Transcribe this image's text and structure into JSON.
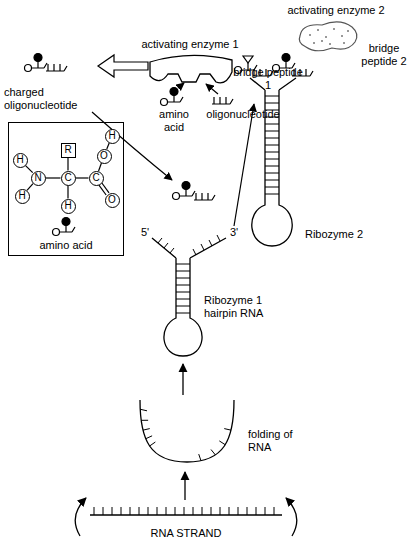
{
  "diagram": {
    "nodes": [
      {
        "text": [
          "amino acid"
        ]
      },
      {
        "text": [
          "H"
        ],
        "in": 0
      },
      {
        "text": [
          "H"
        ],
        "in": 0
      },
      {
        "text": [
          "N"
        ],
        "in": 0
      },
      {
        "text": [
          "R"
        ],
        "in": 0
      },
      {
        "text": [
          "C"
        ],
        "in": 0
      },
      {
        "text": [
          "H"
        ],
        "in": 0
      },
      {
        "text": [
          "C"
        ],
        "in": 0
      },
      {
        "text": [
          "O"
        ],
        "in": 0
      },
      {
        "text": [
          "H"
        ],
        "in": 0
      },
      {
        "text": [
          "O"
        ],
        "in": 0
      }
    ],
    "edges": [
      {
        "from": 1,
        "to": 3,
        "arrow": "none"
      },
      {
        "from": 2,
        "to": 3,
        "arrow": "none"
      },
      {
        "from": 3,
        "to": 5,
        "arrow": "none"
      },
      {
        "from": 5,
        "to": 4,
        "arrow": "none"
      },
      {
        "from": 5,
        "to": 6,
        "arrow": "none"
      },
      {
        "from": 5,
        "to": 7,
        "arrow": "none"
      },
      {
        "from": 7,
        "to": 8,
        "arrow": "none"
      },
      {
        "from": 8,
        "to": 9,
        "arrow": "none"
      },
      {
        "from": 7,
        "to": 10,
        "arrow": "none"
      }
    ],
    "labels": [
      "activating enzyme 1",
      "bridge peptide 1",
      "charged oligonucleotide",
      "amino acid",
      "oligonucleotide",
      "activating enzyme 2",
      "bridge peptide 2",
      "Ribozyme 2",
      "5'",
      "3'",
      "Ribozyme 1 hairpin RNA",
      "folding of RNA",
      "RNA STRAND"
    ]
  }
}
